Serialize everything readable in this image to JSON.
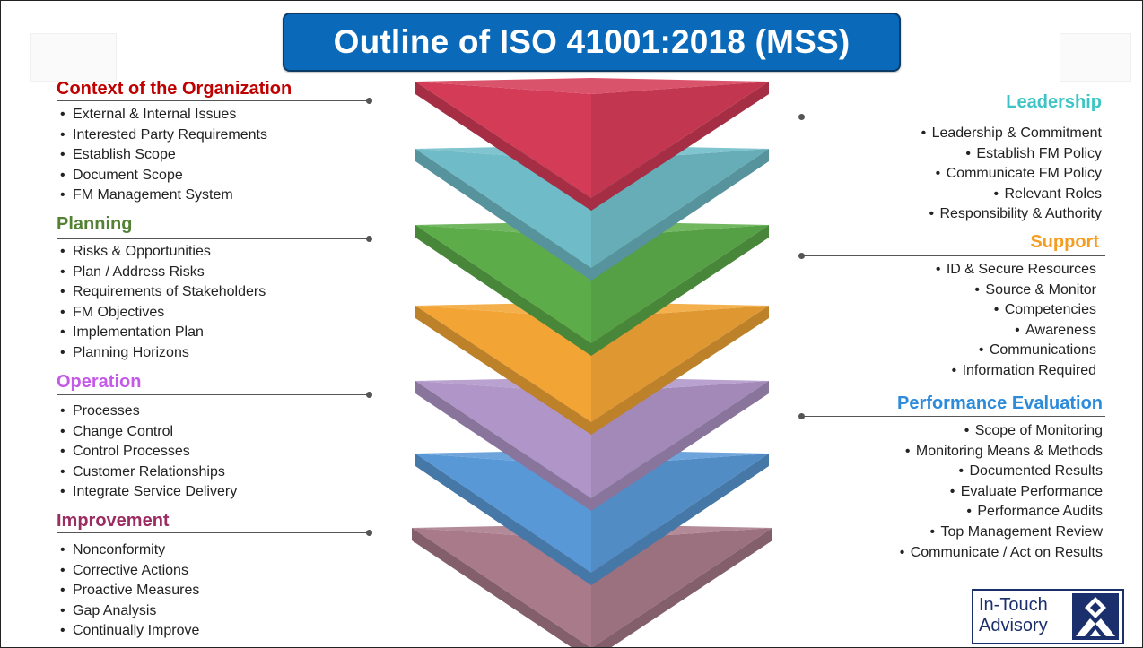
{
  "title": "Outline of ISO 41001:2018 (MSS)",
  "colors": {
    "title_bg": "#0a69b8",
    "context": "#c00000",
    "planning": "#548235",
    "operation": "#c55ae8",
    "improvement": "#9b2d63",
    "leadership": "#3ec4c4",
    "support": "#f59d20",
    "performance": "#2c8bdb"
  },
  "left_sections": [
    {
      "heading": "Context of the Organization",
      "items": [
        "External & Internal Issues",
        "Interested Party Requirements",
        "Establish Scope",
        "Document Scope",
        "FM Management System"
      ]
    },
    {
      "heading": "Planning",
      "items": [
        "Risks & Opportunities",
        "Plan / Address Risks",
        "Requirements of Stakeholders",
        "FM Objectives",
        "Implementation Plan",
        "Planning Horizons"
      ]
    },
    {
      "heading": "Operation",
      "items": [
        "Processes",
        "Change Control",
        "Control Processes",
        "Customer Relationships",
        "Integrate Service Delivery"
      ]
    },
    {
      "heading": "Improvement",
      "items": [
        "Nonconformity",
        "Corrective Actions",
        "Proactive Measures",
        "Gap Analysis",
        "Continually Improve"
      ]
    }
  ],
  "right_sections": [
    {
      "heading": "Leadership",
      "items": [
        "Leadership & Commitment",
        "Establish FM Policy",
        "Communicate FM Policy",
        "Relevant Roles",
        "Responsibility & Authority"
      ]
    },
    {
      "heading": "Support",
      "items": [
        "ID & Secure Resources",
        "Source & Monitor",
        "Competencies",
        "Awareness",
        "Communications",
        "Information Required"
      ]
    },
    {
      "heading": "Performance Evaluation",
      "items": [
        "Scope of Monitoring",
        "Monitoring Means & Methods",
        "Documented Results",
        "Evaluate Performance",
        "Performance Audits",
        "Top Management Review",
        "Communicate / Act on Results"
      ]
    }
  ],
  "funnel_layers": [
    {
      "name": "red",
      "color": "#d43b57"
    },
    {
      "name": "teal",
      "color": "#6fbcc8"
    },
    {
      "name": "green",
      "color": "#5cad4a"
    },
    {
      "name": "orange",
      "color": "#f2a535"
    },
    {
      "name": "purple",
      "color": "#b095c8"
    },
    {
      "name": "blue",
      "color": "#5898d6"
    },
    {
      "name": "mauve",
      "color": "#a87a8a"
    }
  ],
  "logo": {
    "line1": "In-Touch",
    "line2": "Advisory",
    "icon": "advisory-logo-icon"
  }
}
